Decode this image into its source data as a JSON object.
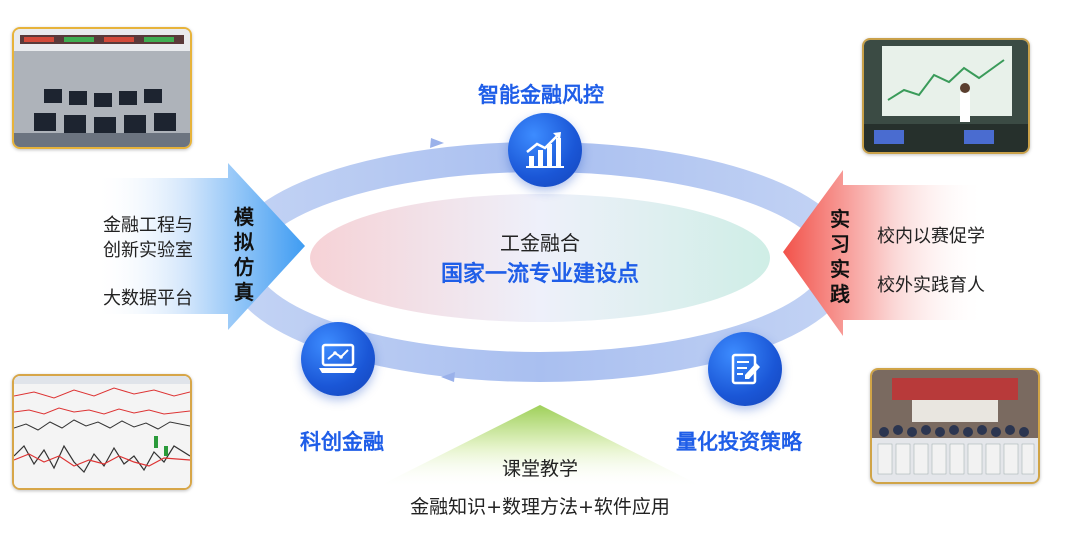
{
  "center": {
    "line1": "工金融合",
    "line2": "国家一流专业建设点"
  },
  "top_node": {
    "label": "智能金融风控",
    "icon": "bar-chart-icon"
  },
  "left_bottom_node": {
    "label": "科创金融",
    "icon": "laptop-chart-icon"
  },
  "right_bottom_node": {
    "label": "量化投资策略",
    "icon": "document-pen-icon"
  },
  "left_arrow": {
    "title": "模拟仿真",
    "items": [
      "金融工程与",
      "创新实验室",
      "大数据平台"
    ]
  },
  "right_arrow": {
    "title": "实习实践",
    "items": [
      "校内以赛促学",
      "校外实践育人"
    ]
  },
  "bottom_arrow": {
    "title": "课堂教学",
    "subtitle": "金融知识+数理方法+软件应用"
  },
  "colors": {
    "accent_blue": "#1f5ee8",
    "ring": "#b8c8f0",
    "left_arrow": "#4aa3f0",
    "right_arrow": "#f0605a",
    "bottom_arrow": "#a8d65c"
  }
}
